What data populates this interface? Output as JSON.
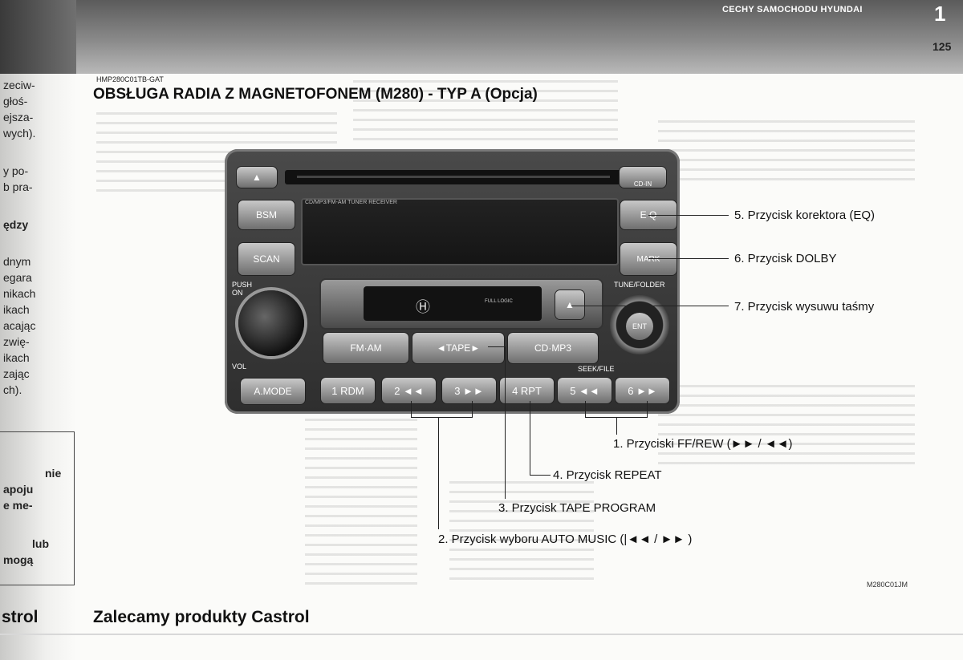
{
  "header": {
    "section_title": "CECHY SAMOCHODU HYUNDAI",
    "chapter": "1",
    "page_number": "125"
  },
  "left_column": {
    "lines": [
      "zeciw-",
      "głoś-",
      "ejsza-",
      "wych).",
      "y po-",
      "b pra-",
      "ędzy",
      "dnym",
      "egara",
      "nikach",
      "ikach",
      "acając",
      "zwię-",
      "ikach",
      "zając",
      "ch)."
    ],
    "box_lines": [
      "nie",
      "apoju",
      "e me-",
      "lub",
      "mogą"
    ],
    "bottom": "strol"
  },
  "doc": {
    "code": "HMP280C01TB-GAT",
    "title": "OBSŁUGA RADIA Z MAGNETOFONEM (M280) - TYP A (Opcja)",
    "footer_heading": "Zalecamy produkty Castrol",
    "figure_code": "M280C01JM"
  },
  "radio": {
    "eject_symbol": "▲",
    "cdin": "CD-IN",
    "display_label": "CD/MP3/FM-AM TUNER RECEIVER",
    "bsm": "BSM",
    "scan": "SCAN",
    "eq": "E Q",
    "mark": "MARK",
    "push_on": "PUSH ON",
    "tune_folder": "TUNE/FOLDER",
    "ent": "ENT",
    "fmam": "FM·AM",
    "tape": "◄TAPE►",
    "cdmp3": "CD·MP3",
    "vol": "VOL",
    "seek_file": "SEEK/FILE",
    "amode": "A.MODE",
    "full_logic": "FULL LOGIC",
    "presets": [
      "1 RDM",
      "2 ◄◄",
      "3 ►►",
      "4 RPT",
      "5 ◄◄",
      "6 ►►"
    ]
  },
  "callouts": {
    "c5": "5. Przycisk korektora  (EQ)",
    "c6": "6. Przycisk  DOLBY",
    "c7": "7. Przycisk  wysuwu taśmy",
    "c1": "1. Przyciski FF/REW (►► / ◄◄)",
    "c4": "4. Przycisk REPEAT",
    "c3": "3. Przycisk TAPE PROGRAM",
    "c2": "2. Przycisk wyboru AUTO MUSIC (|◄◄ / ►► )"
  }
}
